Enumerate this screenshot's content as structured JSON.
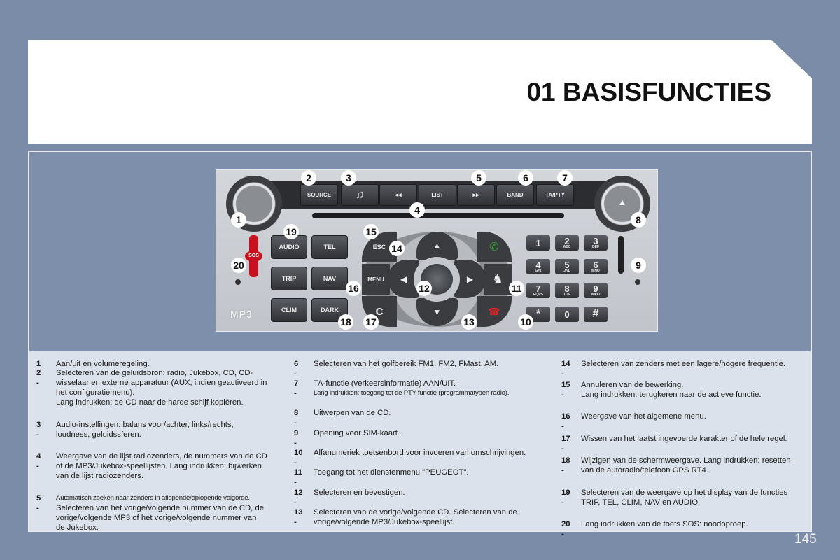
{
  "header": {
    "title": "01 BASISFUNCTIES"
  },
  "page_number": "145",
  "radio": {
    "top_buttons": [
      "SOURCE",
      "♫",
      "◂◂",
      "LIST",
      "▸▸",
      "BAND",
      "TA/PTY"
    ],
    "eject": "▲",
    "left_buttons": [
      "AUDIO",
      "TEL",
      "TRIP",
      "NAV",
      "CLIM",
      "DARK"
    ],
    "sos": "SOS",
    "mp3": "MP3",
    "nav": {
      "esc": "ESC",
      "menu": "MENU",
      "c": "C",
      "up": "▲",
      "down": "▼",
      "left": "◀",
      "right": "▶",
      "lion": "♞",
      "call": "✆",
      "hangup": "☎"
    },
    "keypad": [
      {
        "d": "1",
        "l": ""
      },
      {
        "d": "2",
        "l": "ABC"
      },
      {
        "d": "3",
        "l": "DEF"
      },
      {
        "d": "4",
        "l": "GHI"
      },
      {
        "d": "5",
        "l": "JKL"
      },
      {
        "d": "6",
        "l": "MNO"
      },
      {
        "d": "7",
        "l": "PQRS"
      },
      {
        "d": "8",
        "l": "TUV"
      },
      {
        "d": "9",
        "l": "WXYZ"
      },
      {
        "d": "*",
        "l": ""
      },
      {
        "d": "0",
        "l": ""
      },
      {
        "d": "#",
        "l": ""
      }
    ],
    "callouts": [
      "1",
      "2",
      "3",
      "4",
      "5",
      "6",
      "7",
      "8",
      "9",
      "10",
      "11",
      "12",
      "13",
      "14",
      "15",
      "16",
      "17",
      "18",
      "19",
      "20"
    ]
  },
  "items": [
    {
      "num": "1 -",
      "lines": [
        "Aan/uit en volumeregeling."
      ]
    },
    {
      "num": "2 -",
      "lines": [
        "Selecteren van de geluidsbron: radio, Jukebox, CD, CD-",
        "wisselaar en externe apparatuur (AUX, indien geactiveerd in",
        "het configuratiemenu).",
        "Lang indrukken: de CD naar de harde schijf kopiëren."
      ]
    },
    {
      "num": "3 -",
      "lines": [
        "Audio-instellingen: balans voor/achter, links/rechts,",
        "loudness, geluidssferen."
      ]
    },
    {
      "num": "4 -",
      "lines": [
        "Weergave van de lijst radiozenders, de nummers van de CD",
        "of de MP3/Jukebox-speellijsten. Lang indrukken: bijwerken",
        "van de lijst radiozenders."
      ]
    },
    {
      "num": "5 -",
      "lines": [
        "Automatisch zoeken naar zenders in aflopende/oplopende volgorde.",
        "Selecteren van het vorige/volgende nummer van de CD, de",
        "vorige/volgende MP3 of het vorige/volgende nummer van",
        "de Jukebox."
      ]
    },
    {
      "num": "6 -",
      "lines": [
        "Selecteren van het golfbereik FM1, FM2, FMast, AM."
      ]
    },
    {
      "num": "7 -",
      "lines": [
        "TA-functie (verkeersinformatie) AAN/UIT.",
        "Lang indrukken: toegang tot de PTY-functie (programmatypen radio)."
      ]
    },
    {
      "num": "8 -",
      "lines": [
        "Uitwerpen van de CD."
      ]
    },
    {
      "num": "9 -",
      "lines": [
        "Opening voor SIM-kaart."
      ]
    },
    {
      "num": "10 -",
      "lines": [
        "Alfanumeriek toetsenbord voor invoeren van omschrijvingen."
      ]
    },
    {
      "num": "11 -",
      "lines": [
        "Toegang tot het dienstenmenu \"PEUGEOT\"."
      ]
    },
    {
      "num": "12 -",
      "lines": [
        "Selecteren en bevestigen."
      ]
    },
    {
      "num": "13 -",
      "lines": [
        "Selecteren van de vorige/volgende CD. Selecteren van de",
        "vorige/volgende MP3/Jukebox-speellijst."
      ]
    },
    {
      "num": "14 -",
      "lines": [
        "Selecteren van zenders met een lagere/hogere frequentie."
      ]
    },
    {
      "num": "15 -",
      "lines": [
        "Annuleren van de bewerking.",
        "Lang indrukken: terugkeren naar de actieve functie."
      ]
    },
    {
      "num": "16 -",
      "lines": [
        "Weergave van het algemene menu."
      ]
    },
    {
      "num": "17 -",
      "lines": [
        "Wissen van het laatst ingevoerde karakter of de hele regel."
      ]
    },
    {
      "num": "18 -",
      "lines": [
        "Wijzigen van de schermweergave. Lang indrukken: resetten",
        "van de autoradio/telefoon GPS RT4."
      ]
    },
    {
      "num": "19 -",
      "lines": [
        "Selecteren van de weergave op het display van de functies",
        "TRIP, TEL, CLIM, NAV en AUDIO."
      ]
    },
    {
      "num": "20 -",
      "lines": [
        "Lang indrukken van de toets SOS: noodoproep."
      ]
    }
  ],
  "colors": {
    "background": "#7b8ca8",
    "text_panel": "#dce2eb",
    "sos": "#c8101e"
  }
}
